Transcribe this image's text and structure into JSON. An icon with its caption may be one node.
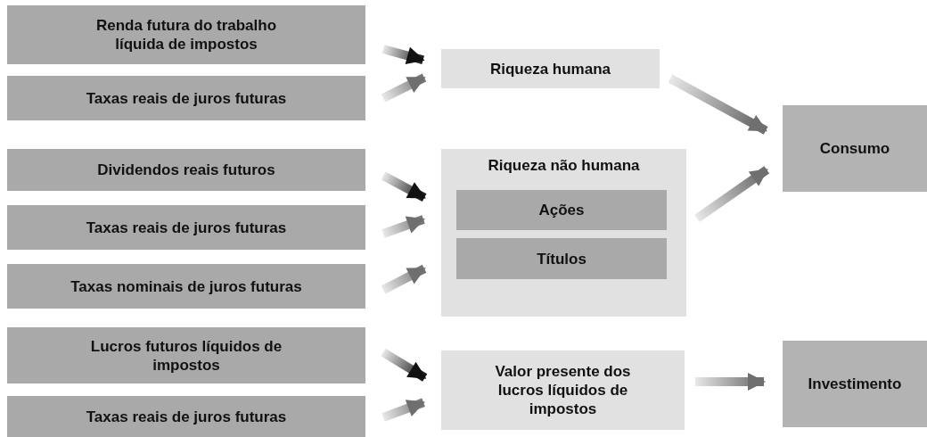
{
  "diagram": {
    "nodes": [
      {
        "text": [
          "Renda futura do trabalho líquida de impostos"
        ]
      },
      {
        "text": [
          "Taxas reais de juros futuras"
        ]
      },
      {
        "text": [
          "Riqueza humana"
        ]
      },
      {
        "text": [
          "Dividendos reais futuros"
        ]
      },
      {
        "text": [
          "Taxas reais de juros futuras"
        ]
      },
      {
        "text": [
          "Taxas nominais de juros futuras"
        ]
      },
      {
        "text": [
          "Riqueza não humana"
        ]
      },
      {
        "text": [
          "Ações"
        ],
        "in": 6
      },
      {
        "text": [
          "Títulos"
        ],
        "in": 6
      },
      {
        "text": [
          "Consumo"
        ]
      },
      {
        "text": [
          "Lucros futuros líquidos de impostos"
        ]
      },
      {
        "text": [
          "Taxas reais de juros futuras"
        ]
      },
      {
        "text": [
          "Valor presente dos lucros líquidos de impostos"
        ]
      },
      {
        "text": [
          "Investimento"
        ]
      }
    ],
    "edges": [
      {
        "from": 0,
        "to": 2,
        "arrow": "to",
        "color": "#111111"
      },
      {
        "from": 1,
        "to": 2,
        "arrow": "to"
      },
      {
        "from": 3,
        "to": 6,
        "arrow": "to",
        "color": "#111111"
      },
      {
        "from": 4,
        "to": 6,
        "arrow": "to"
      },
      {
        "from": 5,
        "to": 6,
        "arrow": "to"
      },
      {
        "from": 2,
        "to": 9,
        "arrow": "to"
      },
      {
        "from": 6,
        "to": 9,
        "arrow": "to"
      },
      {
        "from": 10,
        "to": 12,
        "arrow": "to",
        "color": "#111111"
      },
      {
        "from": 11,
        "to": 12,
        "arrow": "to"
      },
      {
        "from": 12,
        "to": 13,
        "arrow": "to"
      }
    ]
  }
}
